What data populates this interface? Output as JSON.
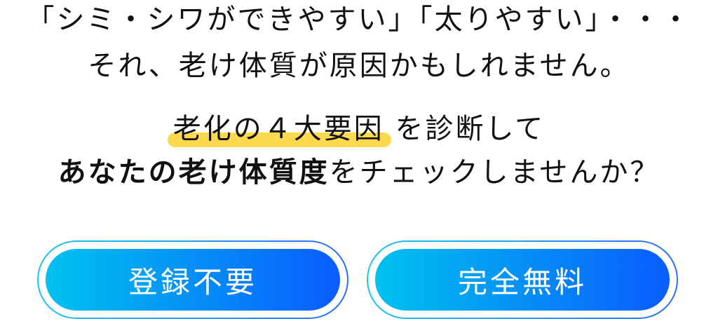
{
  "headline": {
    "line1": "「シミ・シワができやすい」「太りやすい」・・・",
    "line2": "それ、老け体質が原因かもしれません。"
  },
  "subheadline": {
    "highlight": "老化の４大要因",
    "line3_rest": "を診断して",
    "bold_part": "あなたの老け体質度",
    "line4_rest": "をチェックしませんか？"
  },
  "buttons": [
    {
      "label": "登録不要"
    },
    {
      "label": "完全無料"
    }
  ],
  "colors": {
    "highlight": "#fcd94f",
    "button_gradient_start": "#00c2ef",
    "button_gradient_end": "#0a5cff",
    "text": "#111111"
  }
}
